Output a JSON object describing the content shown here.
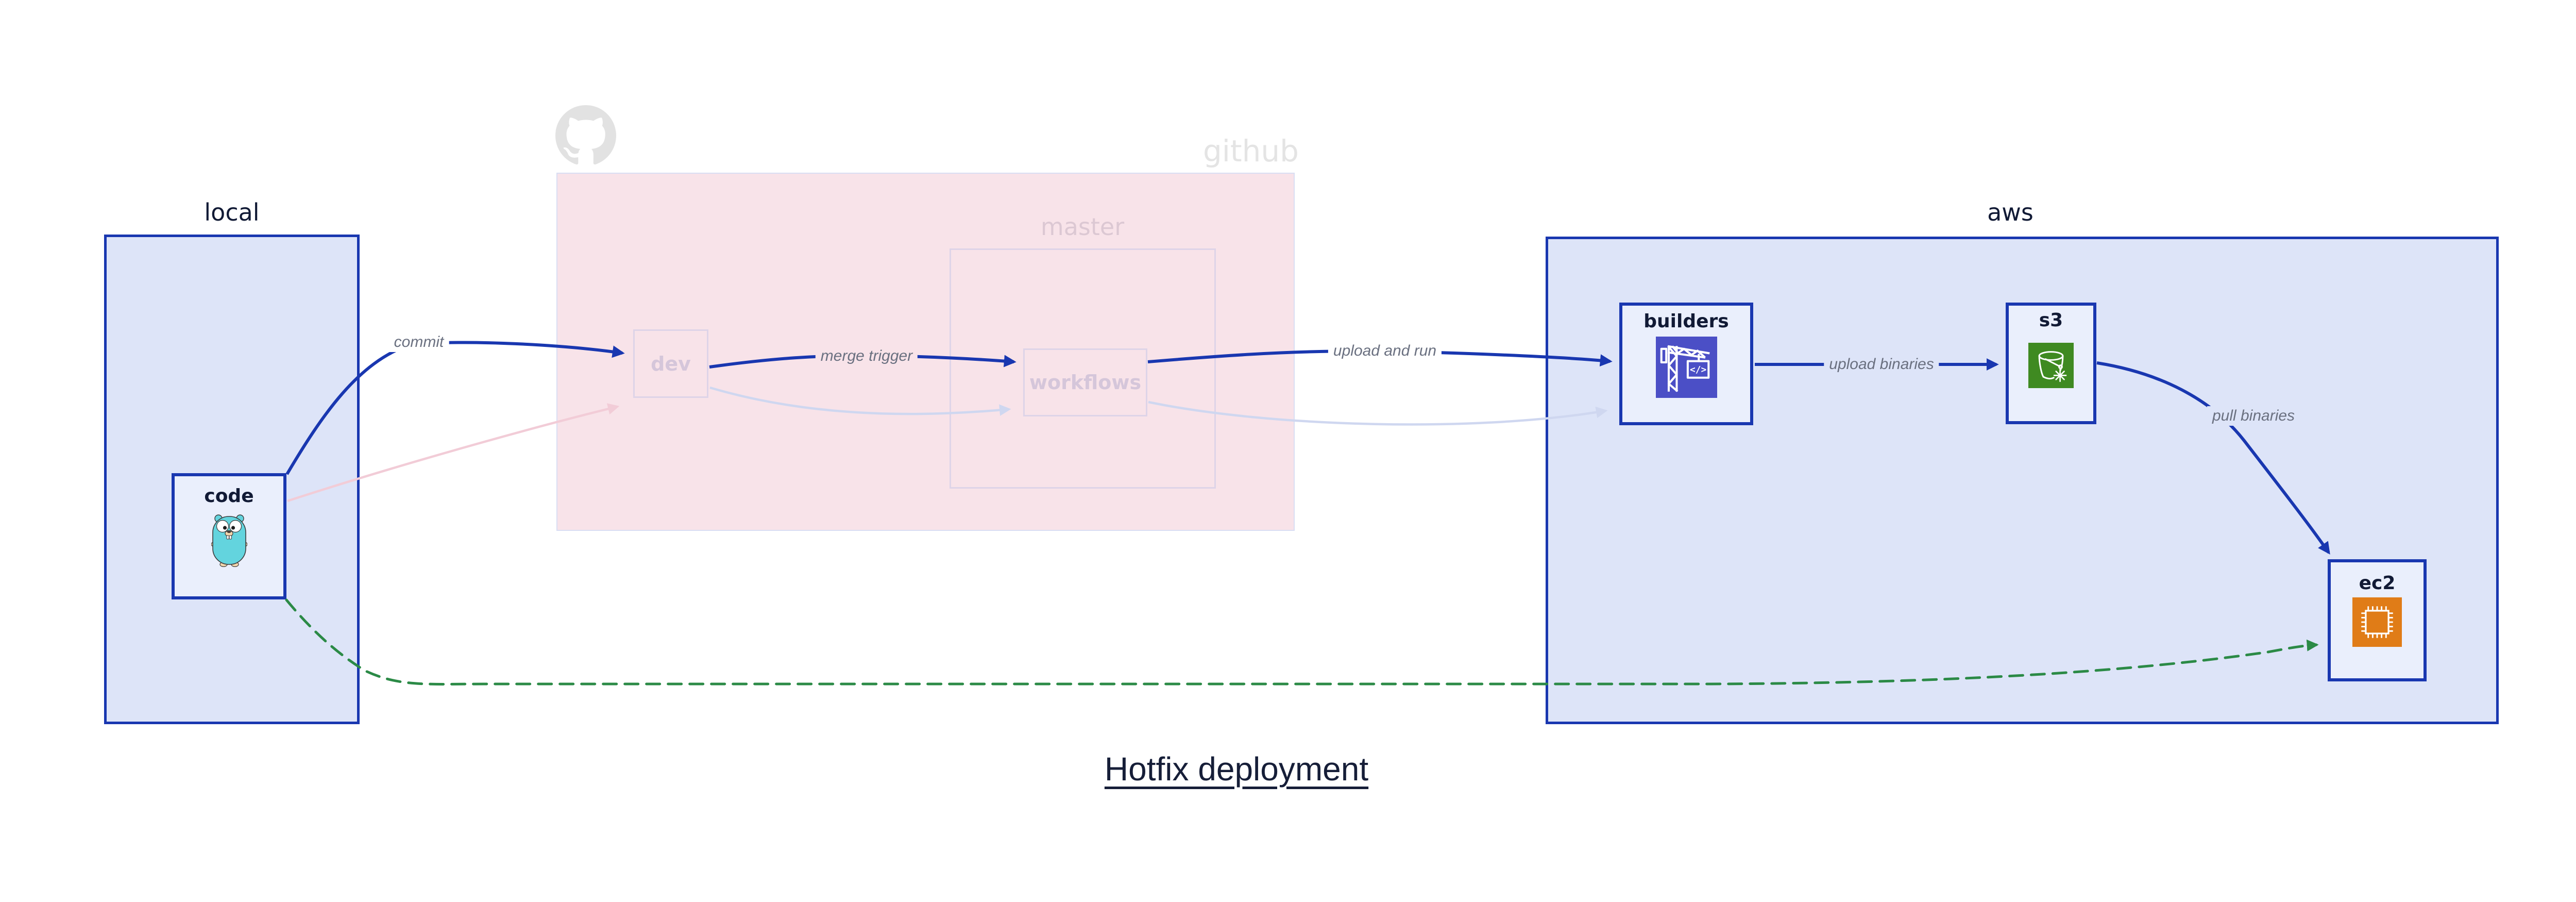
{
  "title": {
    "text": "Hotfix deployment"
  },
  "regions": {
    "local": {
      "label": "local"
    },
    "github": {
      "label": "github"
    },
    "master": {
      "label": "master"
    },
    "aws": {
      "label": "aws"
    }
  },
  "nodes": {
    "code": {
      "label": "code",
      "icon": "go-gopher-icon"
    },
    "dev": {
      "label": "dev"
    },
    "workflows": {
      "label": "workflows"
    },
    "builders": {
      "label": "builders",
      "icon": "codebuild-crane-icon"
    },
    "s3": {
      "label": "s3",
      "icon": "s3-bucket-snowflake-icon"
    },
    "ec2": {
      "label": "ec2",
      "icon": "ec2-chip-icon"
    }
  },
  "edges": [
    {
      "id": "commit",
      "label": "commit",
      "from": "code",
      "to": "dev",
      "style": "solid-blue"
    },
    {
      "id": "merge-trigger",
      "label": "merge trigger",
      "from": "dev",
      "to": "workflows",
      "style": "solid-blue"
    },
    {
      "id": "upload-and-run",
      "label": "upload and run",
      "from": "workflows",
      "to": "builders",
      "style": "solid-blue"
    },
    {
      "id": "upload-binaries",
      "label": "upload binaries",
      "from": "builders",
      "to": "s3",
      "style": "solid-blue"
    },
    {
      "id": "pull-binaries",
      "label": "pull binaries",
      "from": "s3",
      "to": "ec2",
      "style": "solid-blue"
    },
    {
      "id": "hotfix-path",
      "label": "",
      "from": "code",
      "to": "ec2",
      "style": "dashed-green"
    },
    {
      "id": "code-dev-faded",
      "label": "",
      "from": "code",
      "to": "dev",
      "style": "faded-pink"
    },
    {
      "id": "dev-workflows-faded",
      "label": "",
      "from": "dev",
      "to": "workflows",
      "style": "faded-lavender"
    },
    {
      "id": "workflows-builders-faded",
      "label": "",
      "from": "workflows",
      "to": "builders",
      "style": "faded-lavender"
    }
  ],
  "colors": {
    "blue": "#1937b0",
    "green": "#2b8a46",
    "region_fill": "#dde4f8",
    "node_fill": "#eaeffc",
    "github_fill": "#f8e3e9",
    "github_border": "#d9def3",
    "faded_border": "#ded4e8",
    "faded_text": "#d5c6da",
    "master_text": "#dcc8d3",
    "github_text": "#e4e4e4",
    "octocat_gray": "#e2e2e2",
    "edge_label_text": "#6a7080",
    "faded_lavender": "#cfd7f0",
    "faded_pink": "#f2ccd7",
    "navy_text": "#111a35",
    "title_text": "#161e38",
    "builders_icon_bg": "#4b4fc6",
    "s3_icon_bg": "#3f8a21",
    "ec2_icon_bg": "#e07c17",
    "gopher_body": "#63d4de",
    "gopher_skin": "#f3d6ac"
  }
}
